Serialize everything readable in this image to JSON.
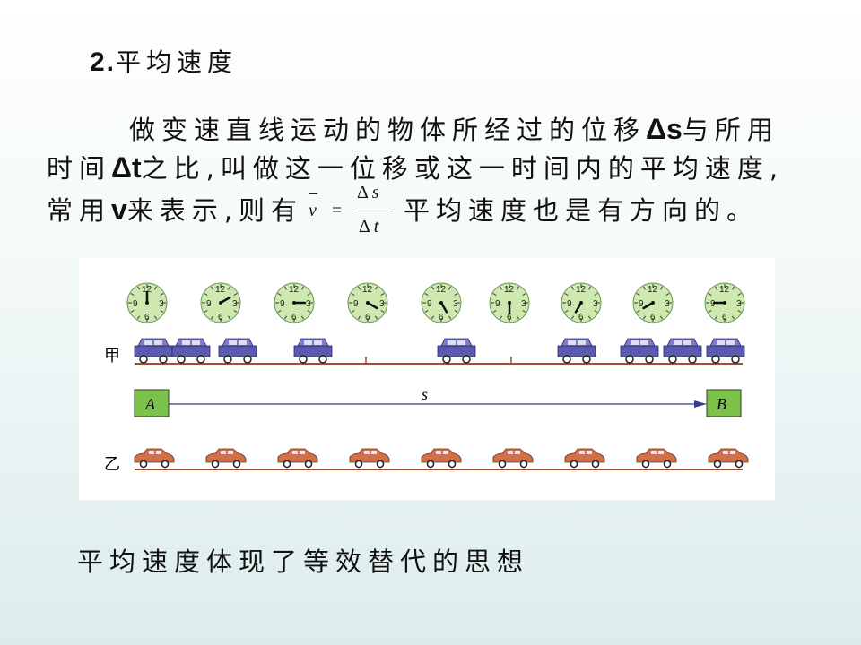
{
  "heading": {
    "number": "2.",
    "text": "平均速度"
  },
  "paragraph": {
    "line1_a": "做变速直线运动的物体所经过的位移",
    "line1_sym": "Δs",
    "line1_b": "与所用",
    "line2_a": "时间",
    "line2_sym": "Δt",
    "line2_b": "之比,叫做这一位移或这一时间内的平均速度,",
    "line3_a": "常用",
    "line3_sym": "v",
    "line3_b": "来表示,则有",
    "tail": "平均速度也是有方向的。"
  },
  "formula": {
    "lhs": "v",
    "eq": "=",
    "num_delta": "Δ",
    "num_var": "s",
    "den_delta": "Δ",
    "den_var": "t"
  },
  "figure": {
    "label_jia": "甲",
    "label_yi": "乙",
    "label_a": "A",
    "label_b": "B",
    "label_s": "s",
    "clock_numbers": {
      "top": "12",
      "right": "3",
      "bottom": "6",
      "left": "9"
    },
    "clock_minutes": [
      0,
      10,
      15,
      20,
      25,
      30,
      35,
      40,
      45
    ],
    "colors": {
      "clock_face": "#cfe8b0",
      "box_green": "#7cc24a",
      "car_blue": "#5a5ab0",
      "car_red": "#d0704a",
      "road": "#a0502a",
      "arrow": "#3a3a8a"
    }
  },
  "bottom_line": "平均速度体现了等效替代的思想"
}
